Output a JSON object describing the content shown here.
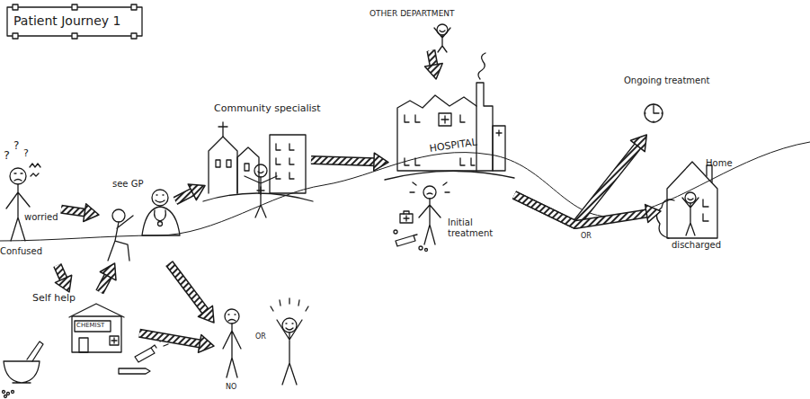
{
  "diagram": {
    "title": "Patient Journey 1",
    "nodes": [
      {
        "text": [
          "worried",
          "Confused"
        ]
      },
      {
        "text": [
          "Self help",
          "CHEMIST"
        ]
      },
      {
        "text": [
          "see GP"
        ]
      },
      {
        "text": [
          "Community specialist"
        ]
      },
      {
        "text": [
          "OTHER DEPARTMENT"
        ]
      },
      {
        "text": [
          "HOSPITAL",
          "Initial treatment"
        ]
      },
      {
        "text": [
          "Ongoing treatment"
        ]
      },
      {
        "text": [
          "Home",
          "discharged"
        ]
      },
      {
        "text": [
          "NO"
        ]
      }
    ],
    "edges": [
      {
        "from": 0,
        "to": 2,
        "arrow": "to"
      },
      {
        "from": 0,
        "to": 1,
        "arrow": "to"
      },
      {
        "from": 1,
        "to": 2,
        "arrow": "to"
      },
      {
        "from": 1,
        "to": 8,
        "arrow": "to"
      },
      {
        "from": 2,
        "to": 3,
        "arrow": "to"
      },
      {
        "from": 2,
        "to": 8,
        "arrow": "to"
      },
      {
        "from": 3,
        "to": 5,
        "arrow": "to"
      },
      {
        "from": 4,
        "to": 5,
        "arrow": "to"
      },
      {
        "from": 5,
        "to": 6,
        "arrow": "to"
      },
      {
        "from": 5,
        "to": 7,
        "arrow": "to"
      }
    ],
    "labels": [
      "?",
      "?",
      "?",
      "OR",
      "OR"
    ]
  }
}
